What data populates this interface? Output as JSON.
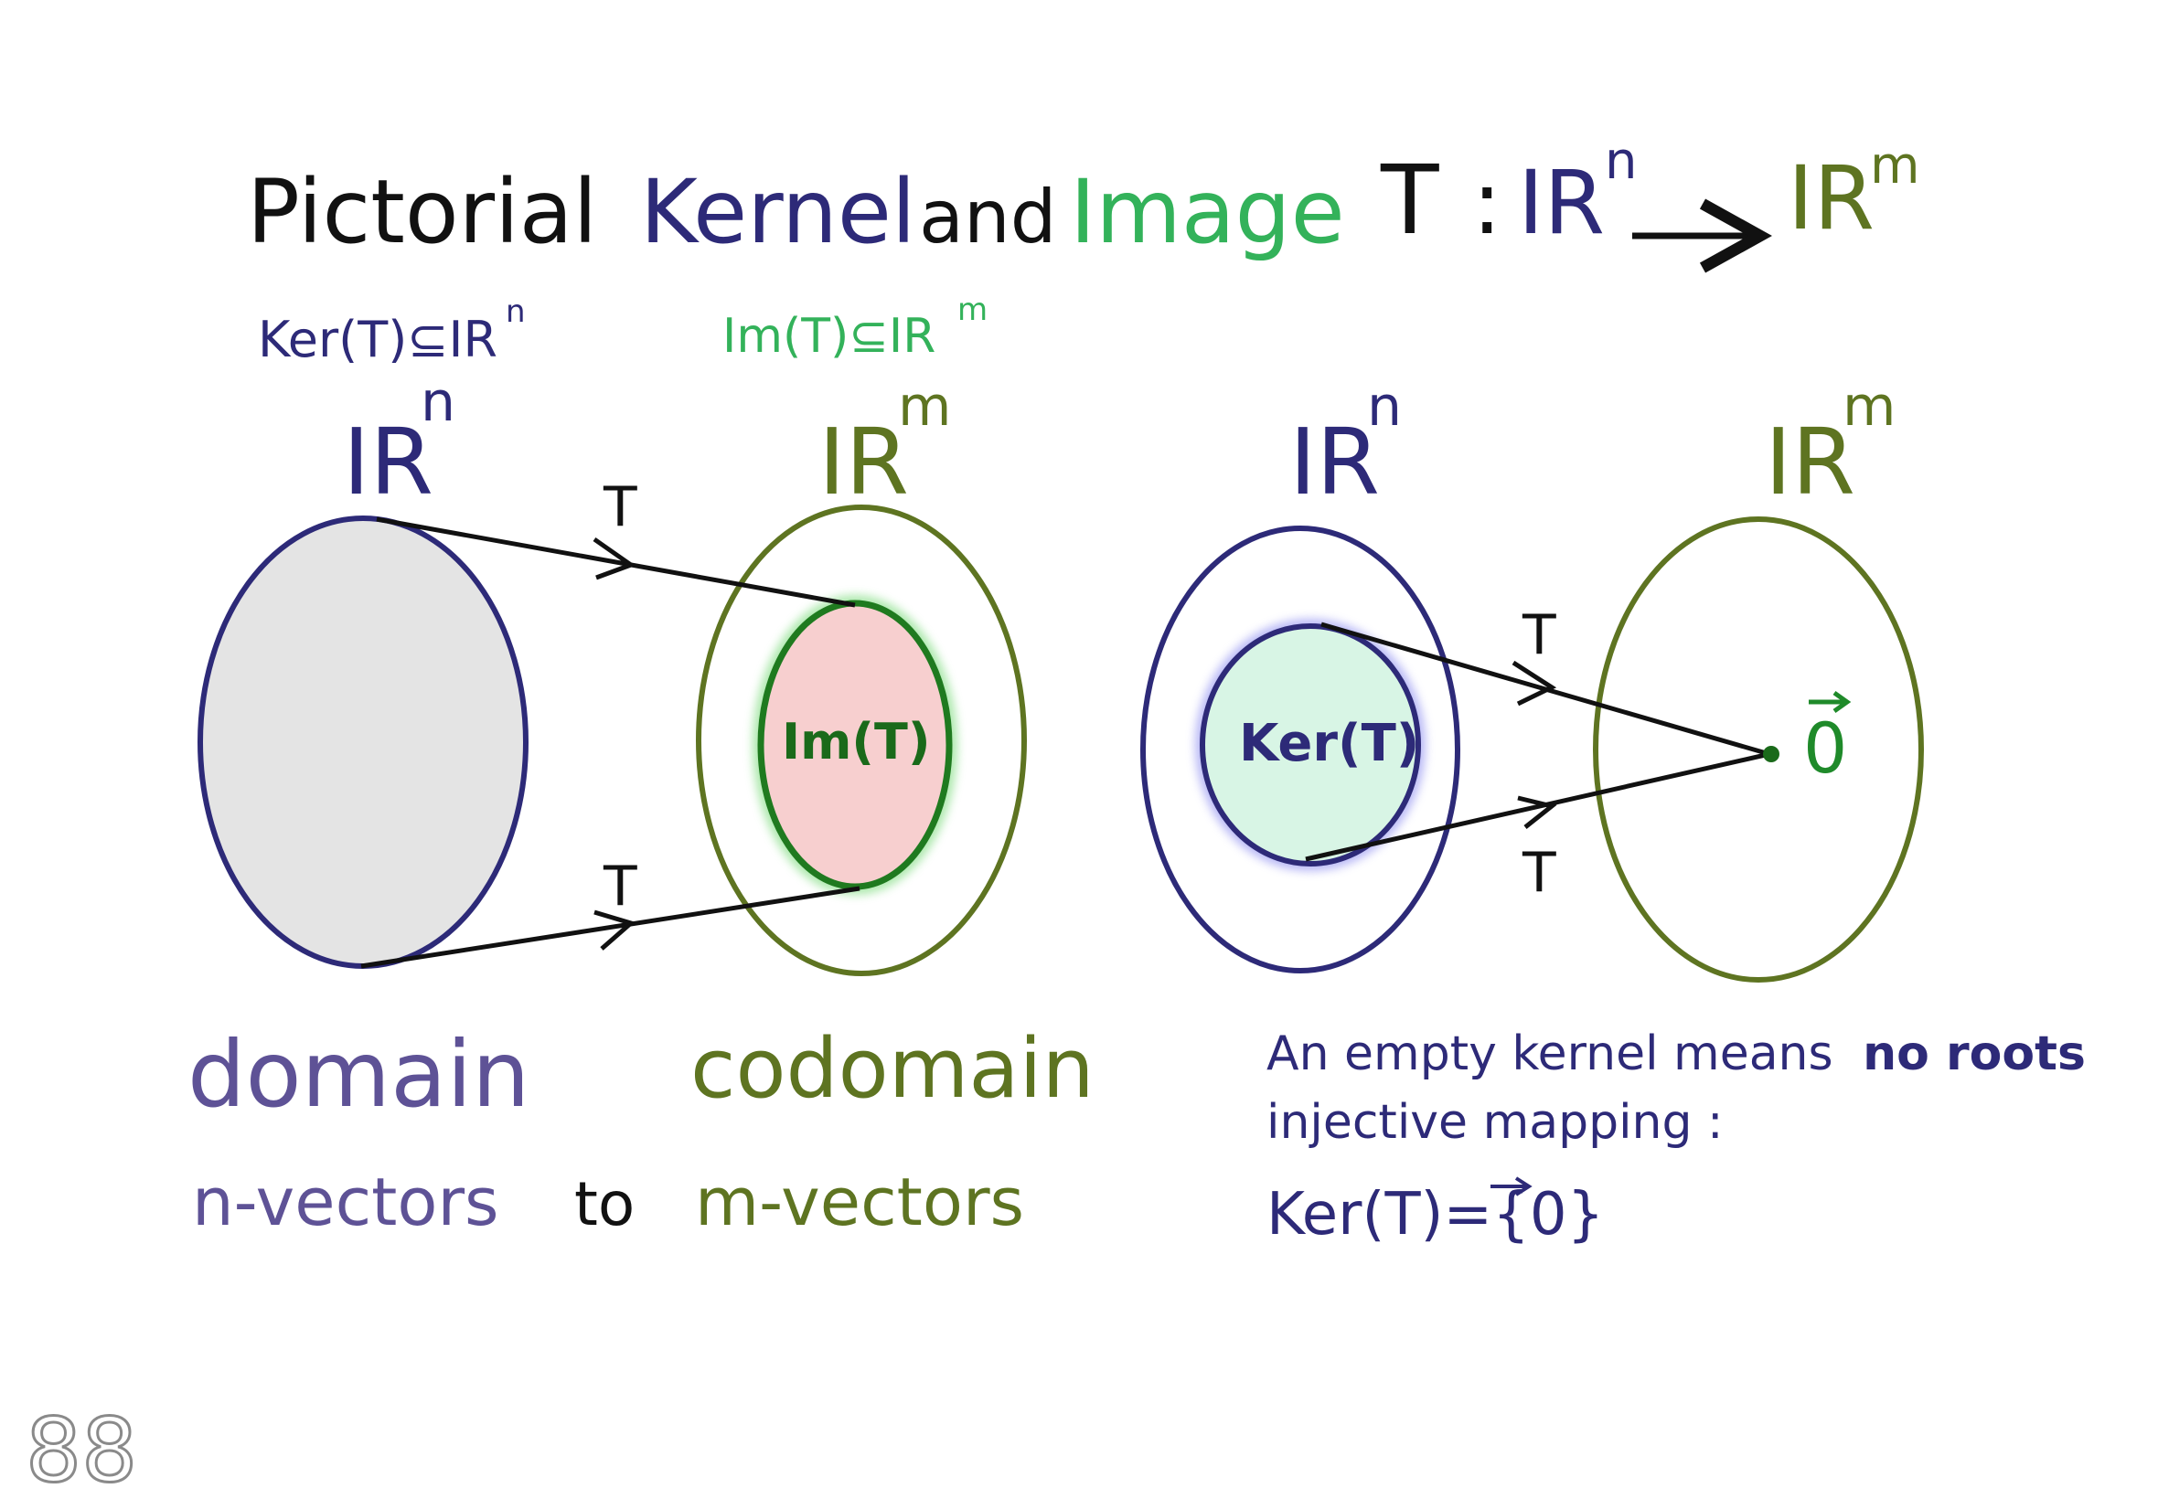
{
  "title": {
    "pictorial": "Pictorial",
    "kernel": "Kernel",
    "and": "and",
    "image": "Image",
    "map_T": "T",
    "colon": ":",
    "domain_space": "IR",
    "domain_exp": "n",
    "codomain_space": "IR",
    "codomain_exp": "m"
  },
  "left_panel": {
    "ker_subset": "Ker(T)⊆IR",
    "ker_subset_exp": "n",
    "im_subset": "Im(T)⊆IR",
    "im_subset_exp": "m",
    "domain_space": "IR",
    "domain_exp": "n",
    "codomain_space": "IR",
    "codomain_exp": "m",
    "arrow_top_label": "T",
    "arrow_bottom_label": "T",
    "image_label": "Im(T)",
    "domain_word": "domain",
    "codomain_word": "codomain",
    "n_vectors": "n-vectors",
    "to": "to",
    "m_vectors": "m-vectors"
  },
  "right_panel": {
    "domain_space": "IR",
    "domain_exp": "n",
    "codomain_space": "IR",
    "codomain_exp": "m",
    "kernel_label": "Ker(T)",
    "arrow_top_label": "T",
    "arrow_bottom_label": "T",
    "zero_vector": "0",
    "note_line1_a": "An empty kernel means",
    "note_line1_b": "no roots",
    "note_line2": "injective mapping :",
    "note_line3": "Ker(T)={0}"
  },
  "page_number": "88",
  "colors": {
    "kernel_navy": "#2d2a78",
    "codomain_olive": "#5e7421",
    "image_green": "#33b25a",
    "image_fill": "#f7cfcf",
    "kernel_fill": "#d8f5e5",
    "domain_fill": "#e4e4e4"
  }
}
